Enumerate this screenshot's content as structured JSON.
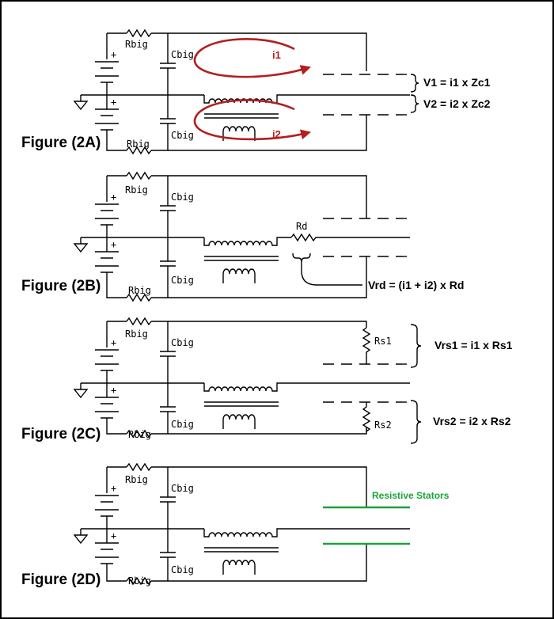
{
  "colors": {
    "current": "#b41e1e",
    "stator": "#1aa33a",
    "wire": "#000000"
  },
  "figures": [
    {
      "label": "Figure (2A)",
      "rbig_top": "Rbig",
      "cbig_top": "Cbig",
      "rbig_bot": "Rbig",
      "cbig_bot": "Cbig",
      "i1": "i1",
      "i2": "i2",
      "eq1": "V1 = i1 x Zc1",
      "eq2": "V2 = i2 x Zc2"
    },
    {
      "label": "Figure (2B)",
      "rbig_top": "Rbig",
      "cbig_top": "Cbig",
      "rbig_bot": "Rbig",
      "cbig_bot": "Cbig",
      "rd": "Rd",
      "eq": "Vrd = (i1 + i2) x Rd"
    },
    {
      "label": "Figure (2C)",
      "rbig_top": "Rbig",
      "cbig_top": "Cbig",
      "rbig_bot": "Rbig",
      "cbig_bot": "Cbig",
      "rs1": "Rs1",
      "rs2": "Rs2",
      "eq1": "Vrs1 = i1 x Rs1",
      "eq2": "Vrs2 = i2 x Rs2"
    },
    {
      "label": "Figure (2D)",
      "rbig_top": "Rbig",
      "cbig_top": "Cbig",
      "rbig_bot": "Rbig",
      "cbig_bot": "Cbig",
      "stators": "Resistive Stators"
    }
  ],
  "battery_plus": "+"
}
